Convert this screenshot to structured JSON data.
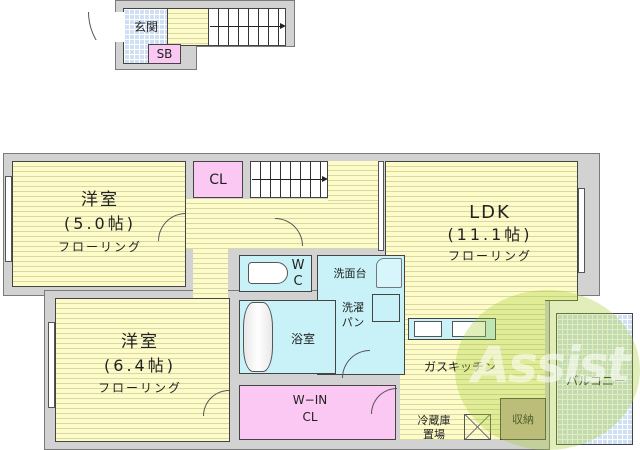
{
  "upper_floor": {
    "entrance": "玄関",
    "shoe_box": "SB"
  },
  "rooms": {
    "western_room_1": {
      "name": "洋室",
      "size": "(5.0帖)",
      "flooring": "フローリング"
    },
    "western_room_2": {
      "name": "洋室",
      "size": "(6.4帖)",
      "flooring": "フローリング"
    },
    "ldk": {
      "name": "LDK",
      "size": "(11.1帖)",
      "flooring": "フローリング"
    },
    "closet": "CL",
    "toilet": "W\nC",
    "toilet_w": "W",
    "toilet_c": "C",
    "washbasin": "洗面台",
    "laundry_pan_line1": "洗濯",
    "laundry_pan_line2": "パン",
    "bathroom": "浴室",
    "walkin_line1": "W−IN",
    "walkin_line2": "CL",
    "gas_kitchen": "ガスキッチン",
    "fridge_line1": "冷蔵庫",
    "fridge_line2": "置場",
    "storage": "収納",
    "balcony": "バルコニー"
  },
  "watermark": {
    "text": "Assist",
    "color": "#a8cf3a"
  },
  "colors": {
    "floor": "#fdfcc8",
    "closet": "#fbc8f4",
    "wet_area": "#c8f2f8",
    "wall": "#d2d2d2",
    "tile": "#cfe0f5"
  }
}
